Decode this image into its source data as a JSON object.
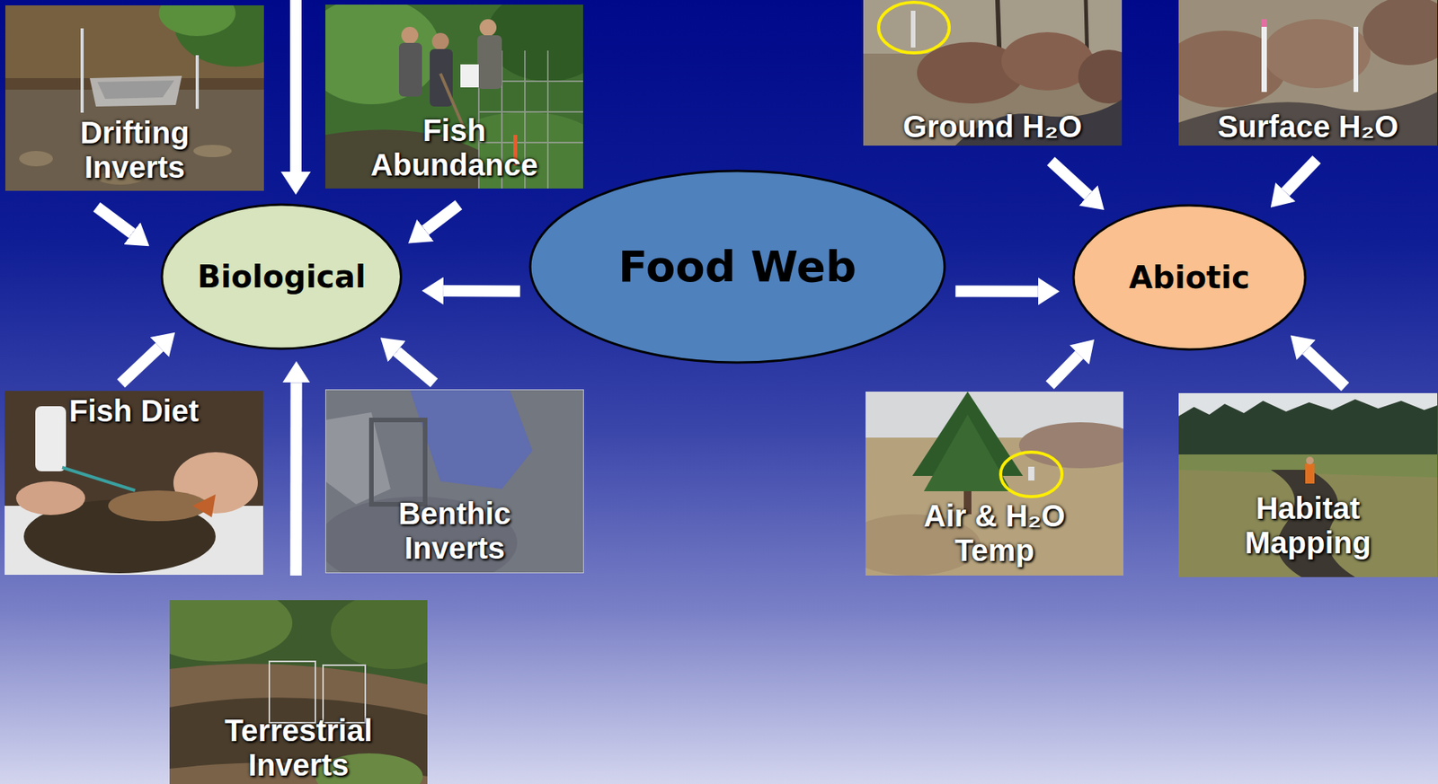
{
  "diagram": {
    "nodes": [
      {
        "text": [
          "Drifting Inverts"
        ]
      },
      {
        "text": [
          "Fish Abundance"
        ]
      },
      {
        "text": [
          "Ground H₂O"
        ]
      },
      {
        "text": [
          "Surface H₂O"
        ]
      },
      {
        "text": [
          "Biological"
        ]
      },
      {
        "text": [
          "Food Web"
        ]
      },
      {
        "text": [
          "Abiotic"
        ]
      },
      {
        "text": [
          "Fish Diet"
        ]
      },
      {
        "text": [
          "Benthic Inverts"
        ]
      },
      {
        "text": [
          "Air & H₂O Temp"
        ]
      },
      {
        "text": [
          "Habitat Mapping"
        ]
      },
      {
        "text": [
          "Terrestrial Inverts"
        ]
      }
    ],
    "edges": [
      {
        "from": 0,
        "to": 4,
        "arrow": "to"
      },
      {
        "from": 1,
        "to": 4,
        "arrow": "to"
      },
      {
        "from": 5,
        "to": 4,
        "arrow": "to"
      },
      {
        "from": 7,
        "to": 4,
        "arrow": "to"
      },
      {
        "from": 8,
        "to": 4,
        "arrow": "to"
      },
      {
        "from": 11,
        "to": 4,
        "arrow": "to"
      },
      {
        "from": 5,
        "to": 6,
        "arrow": "to"
      },
      {
        "from": 2,
        "to": 6,
        "arrow": "to"
      },
      {
        "from": 3,
        "to": 6,
        "arrow": "to"
      },
      {
        "from": 9,
        "to": 6,
        "arrow": "to"
      },
      {
        "from": 10,
        "to": 6,
        "arrow": "to"
      }
    ]
  }
}
